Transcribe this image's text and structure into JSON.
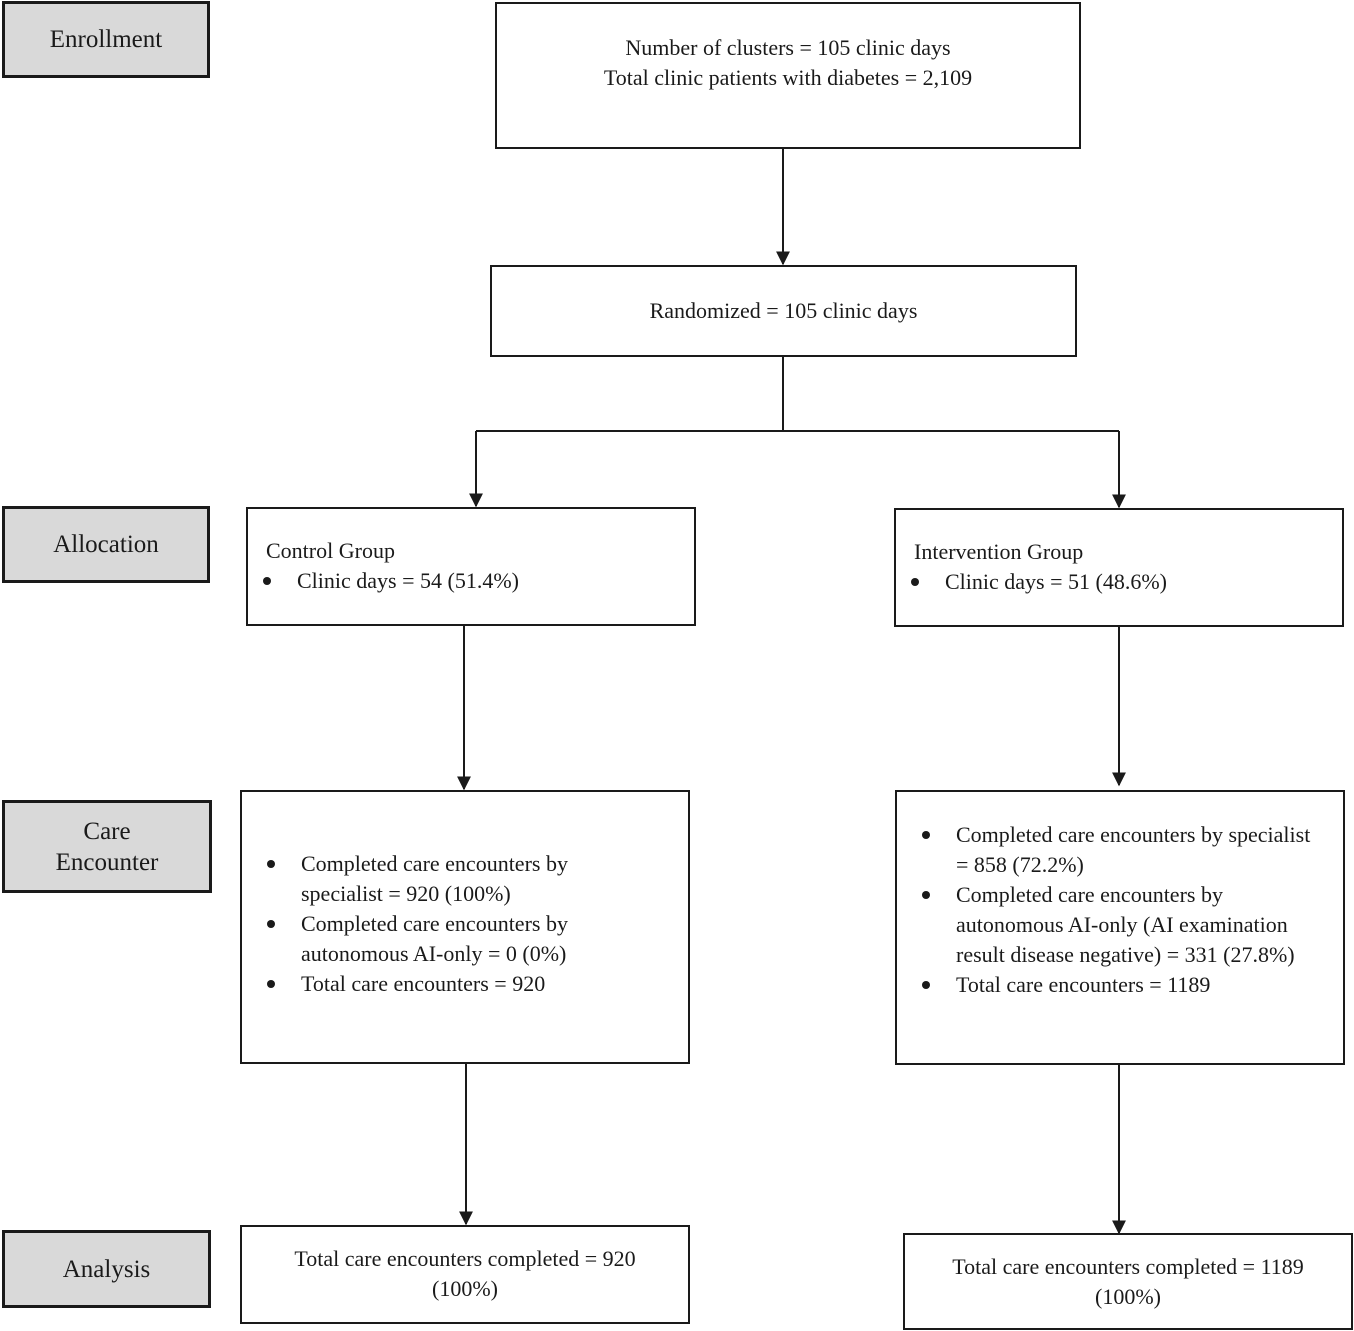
{
  "stages": {
    "enrollment": "Enrollment",
    "allocation": "Allocation",
    "care_line1": "Care",
    "care_line2": "Encounter",
    "analysis": "Analysis"
  },
  "enrollment_box": {
    "line1": "Number of clusters = 105 clinic days",
    "line2": "Total clinic patients with diabetes = 2,109"
  },
  "randomized_box": {
    "text": "Randomized = 105 clinic days"
  },
  "control": {
    "title": "Control Group",
    "allocation_item": "Clinic days = 54 (51.4%)",
    "care_items": [
      "Completed care encounters by specialist = 920 (100%)",
      "Completed care encounters by autonomous AI-only = 0 (0%)",
      "Total care encounters = 920"
    ],
    "analysis_line1": "Total care encounters completed = 920",
    "analysis_line2": "(100%)"
  },
  "intervention": {
    "title": "Intervention Group",
    "allocation_item": "Clinic days = 51 (48.6%)",
    "care_items": [
      "Completed care encounters by specialist = 858 (72.2%)",
      "Completed care encounters by autonomous AI-only (AI examination result disease negative) = 331 (27.8%)",
      "Total care encounters = 1189"
    ],
    "analysis_line1": "Total care encounters completed = 1189",
    "analysis_line2": "(100%)"
  }
}
